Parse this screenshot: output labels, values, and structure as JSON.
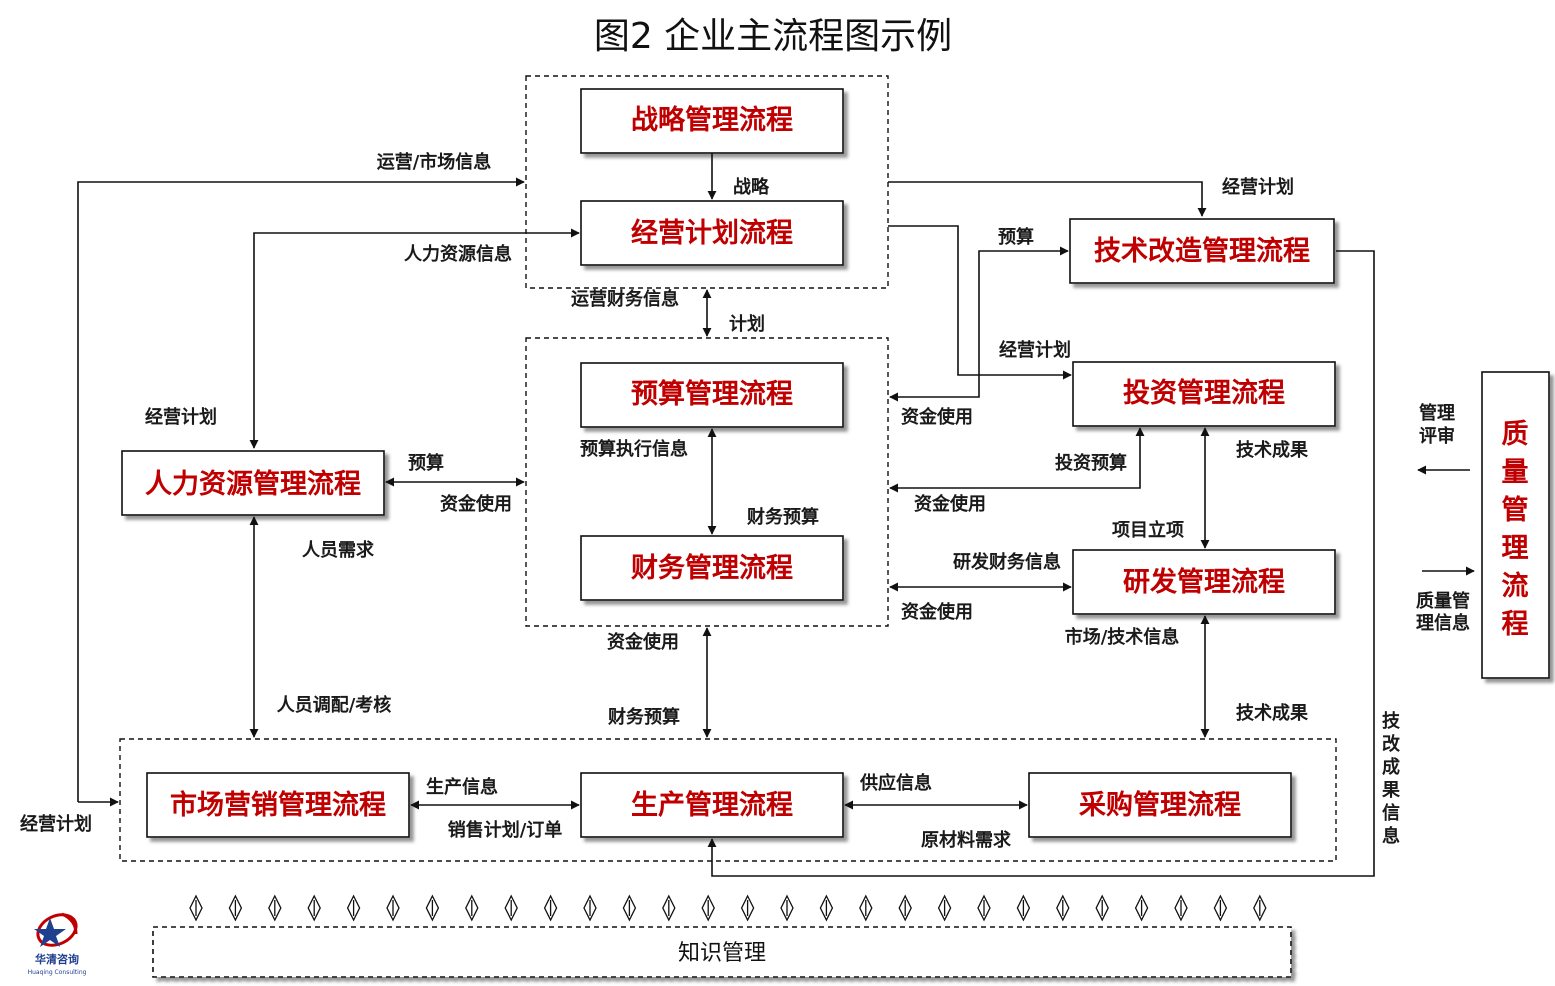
{
  "title": "图2  企业主流程图示例",
  "processes": {
    "strategy": "战略管理流程",
    "business_plan": "经营计划流程",
    "tech_renovation": "技术改造管理流程",
    "budget": "预算管理流程",
    "finance": "财务管理流程",
    "investment": "投资管理流程",
    "hr": "人力资源管理流程",
    "rnd": "研发管理流程",
    "marketing": "市场营销管理流程",
    "production": "生产管理流程",
    "procurement": "采购管理流程",
    "quality": [
      "质",
      "量",
      "管",
      "理",
      "流",
      "程"
    ],
    "knowledge": "知识管理"
  },
  "labels": {
    "ops_market_info": "运营/市场信息",
    "strategy_flow": "战略",
    "plan_top_right": "经营计划",
    "hr_info": "人力资源信息",
    "budget_tr": "预算",
    "ops_fin_info": "运营财务信息",
    "plan_mid": "计划",
    "plan_invest": "经营计划",
    "fund_use_1": "资金使用",
    "plan_left": "经营计划",
    "budget_exec_info": "预算执行信息",
    "budget_hr": "预算",
    "fund_use_hr": "资金使用",
    "invest_budget": "投资预算",
    "tech_result_1": "技术成果",
    "fund_use_2": "资金使用",
    "fin_budget_1": "财务预算",
    "staff_demand": "人员需求",
    "project_setup": "项目立项",
    "rnd_fin_info": "研发财务信息",
    "fund_use_3": "资金使用",
    "market_tech_info": "市场/技术信息",
    "fund_use_4": "资金使用",
    "staff_alloc": "人员调配/考核",
    "fin_budget_2": "财务预算",
    "tech_result_2": "技术成果",
    "tech_renov_result": [
      "技",
      "改",
      "成",
      "果",
      "信",
      "息"
    ],
    "mgmt_review": [
      "管理",
      "评审"
    ],
    "quality_info": [
      "质量管",
      "理信息"
    ],
    "plan_bottom": "经营计划",
    "prod_info": "生产信息",
    "sales_plan": "销售计划/订单",
    "supply_info": "供应信息",
    "raw_demand": "原材料需求"
  },
  "logo": {
    "name": "华清咨询",
    "sub": "Huaqing Consulting"
  }
}
